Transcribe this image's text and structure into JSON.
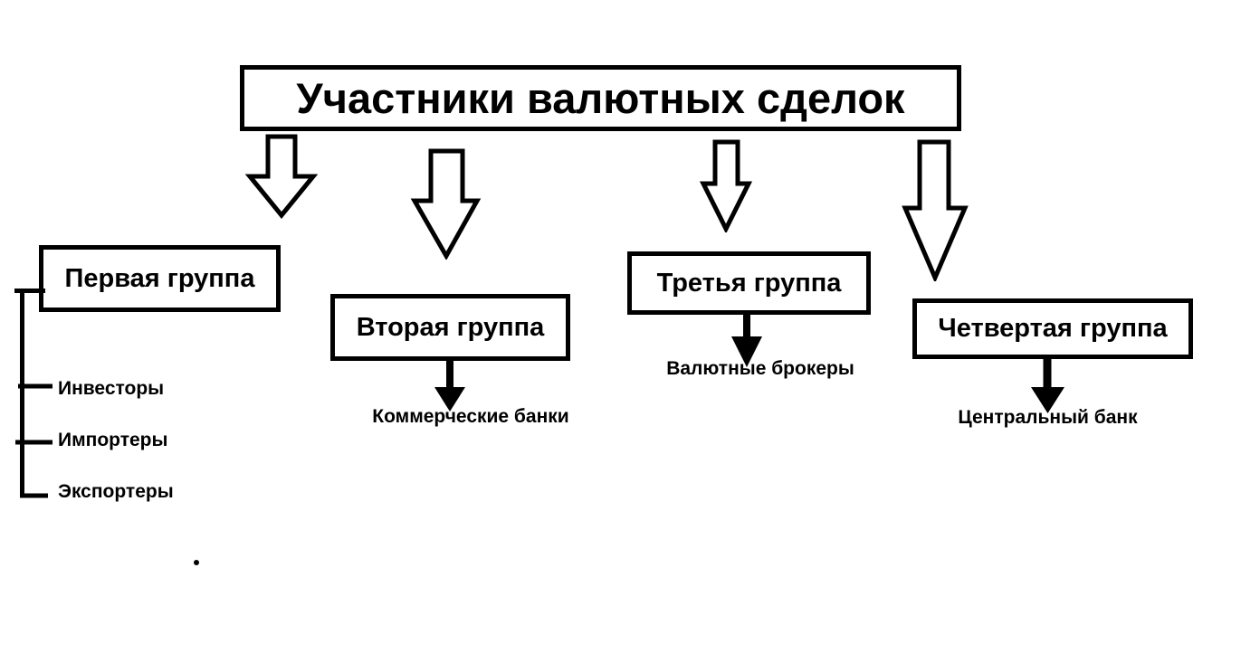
{
  "diagram": {
    "title": "Участники валютных сделок",
    "groups": [
      {
        "label": "Первая группа",
        "items": [
          "Инвесторы",
          "Импортеры",
          "Экспортеры"
        ]
      },
      {
        "label": "Вторая группа",
        "items": [
          "Коммерческие банки"
        ]
      },
      {
        "label": "Третья группа",
        "items": [
          "Валютные брокеры"
        ]
      },
      {
        "label": "Четвертая группа",
        "items": [
          "Центральный банк"
        ]
      }
    ],
    "colors": {
      "ink": "#000000",
      "background": "#ffffff"
    }
  }
}
